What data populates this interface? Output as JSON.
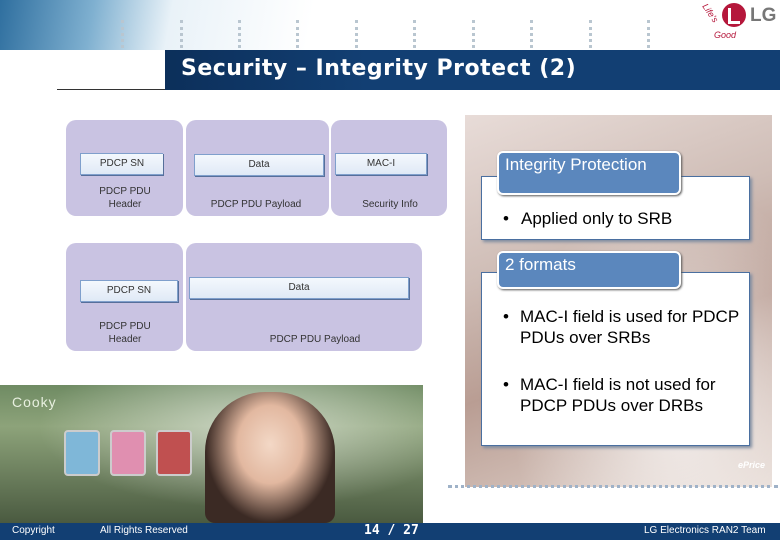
{
  "header": {
    "title": "Security – Integrity Protect (2)",
    "logo": {
      "brand": "LG",
      "slogan_line1": "Life's",
      "slogan_line2": "Good"
    }
  },
  "diagram": {
    "format1": {
      "fields": [
        "PDCP SN",
        "Data",
        "MAC-I"
      ],
      "labels": [
        "PDCP PDU\nHeader",
        "PDCP PDU Payload",
        "Security Info"
      ]
    },
    "format2": {
      "fields": [
        "PDCP SN",
        "Data"
      ],
      "labels": [
        "PDCP PDU\nHeader",
        "PDCP PDU Payload"
      ]
    }
  },
  "callouts": {
    "integrity": {
      "tab": "Integrity Protection",
      "bullets": [
        "Applied only to SRB"
      ]
    },
    "formats": {
      "tab": "2 formats",
      "bullets": [
        "MAC-I field is used for PDCP PDUs over SRBs",
        "MAC-I field is not used for PDCP PDUs over DRBs"
      ]
    }
  },
  "decor": {
    "photo_text": "Cooky",
    "photo_text2": "ePrice",
    "icons": [
      "phone-icon",
      "phone-icon",
      "phone-icon"
    ]
  },
  "footer": {
    "copyright": "Copyright",
    "rights": "All Rights Reserved",
    "page": "14 / 27",
    "team": "LG Electronics RAN2 Team"
  },
  "colors": {
    "title_bar": "#123f73",
    "diagram_bg": "#c9c3e2",
    "tab_bg": "#5b87bd",
    "logo_red": "#b5173b"
  }
}
